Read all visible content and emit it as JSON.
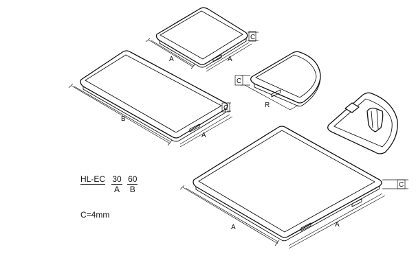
{
  "dimension_labels": {
    "a": "A",
    "b": "B",
    "c": "C",
    "r": "R"
  },
  "model": {
    "prefix": "HL-EC",
    "a_value": "30",
    "a_label": "A",
    "b_value": "60",
    "b_label": "B"
  },
  "note": "C=4mm"
}
